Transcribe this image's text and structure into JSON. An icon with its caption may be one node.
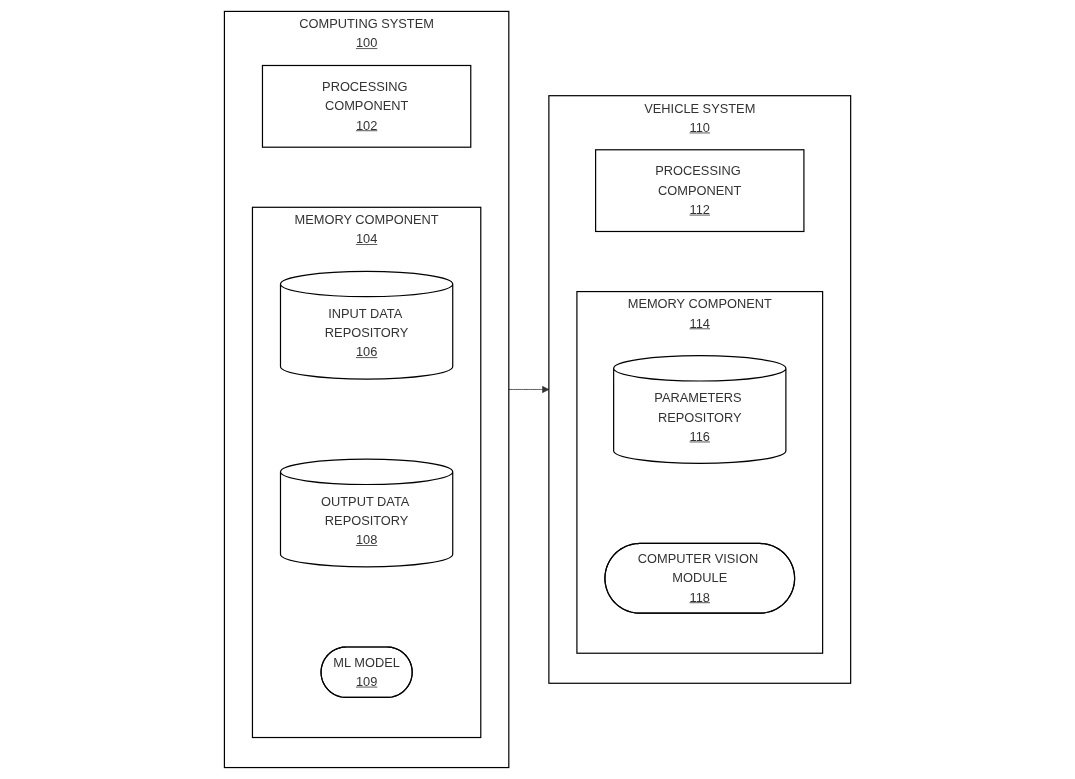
{
  "diagram": {
    "nodes": [
      {
        "text": [
          "COMPUTING SYSTEM",
          "100"
        ]
      },
      {
        "text": [
          "PROCESSING COMPONENT",
          "102"
        ],
        "in": 0
      },
      {
        "text": [
          "MEMORY COMPONENT",
          "104"
        ],
        "in": 0
      },
      {
        "text": [
          "INPUT DATA REPOSITORY",
          "106"
        ],
        "in": 2
      },
      {
        "text": [
          "OUTPUT DATA REPOSITORY",
          "108"
        ],
        "in": 2
      },
      {
        "text": [
          "ML MODEL",
          "109"
        ],
        "in": 2
      },
      {
        "text": [
          "VEHICLE SYSTEM",
          "110"
        ]
      },
      {
        "text": [
          "PROCESSING COMPONENT",
          "112"
        ],
        "in": 6
      },
      {
        "text": [
          "MEMORY COMPONENT",
          "114"
        ],
        "in": 6
      },
      {
        "text": [
          "PARAMETERS REPOSITORY",
          "116"
        ],
        "in": 8
      },
      {
        "text": [
          "COMPUTER VISION MODULE",
          "118"
        ],
        "in": 8
      }
    ],
    "edges": [
      {
        "from": 0,
        "to": 6,
        "arrow": "to"
      }
    ]
  }
}
